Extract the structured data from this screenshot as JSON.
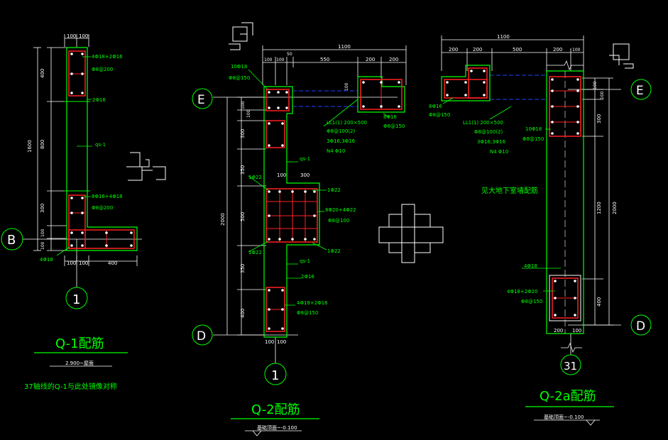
{
  "q1": {
    "dims_top": [
      "100",
      "100"
    ],
    "dims_left": [
      "400",
      "800",
      "300",
      "100",
      "100"
    ],
    "dim_total": "1600",
    "top_rebar": "4Φ18+2Φ16",
    "top_stirrup": "Φ8@200",
    "side_bar": "2Φ16",
    "wall_tag": "qs-1",
    "lower_rebar": "8Φ16+4Φ18",
    "lower_stirrup": "Φ8@200",
    "bottom_bar": "4Φ18",
    "dims_bottom": [
      "100",
      "100",
      "400"
    ],
    "axis_b": "B",
    "axis_1": "1",
    "title": "Q-1配筋",
    "elevation": "2.900~屋面",
    "note": "37轴线的Q-1与此处镜像对称"
  },
  "q2": {
    "dims_top": [
      "100",
      "100",
      "50",
      "550",
      "200",
      "200"
    ],
    "dim_total": "1100",
    "left_stirrup": "10Φ18",
    "left_stirrup2": "Φ8@150",
    "dims_left": [
      "100",
      "100",
      "300",
      "350",
      "500",
      "350",
      "400"
    ],
    "dim_total_left": "2000",
    "beam_label": "LL1(1) 200×500",
    "beam_stirrup": "Φ8@100(2)",
    "beam_bars": "3Φ16;3Φ16",
    "beam_n": "N4 Φ10",
    "right_bar": "8Φ16",
    "right_stirrup": "Φ8@150",
    "wall_tag": "qs-1",
    "dim_100": "100",
    "dim_300": "300",
    "top_bar": "1Φ22",
    "mid_rebar": "8Φ20+4Φ22",
    "mid_stirrup": "Φ8@100",
    "bot_bar": "1Φ22",
    "left_bar": "1Φ22",
    "left_bar2": "1Φ22",
    "wall_tag2": "qs-1",
    "side_bar": "2Φ16",
    "low_rebar": "4Φ18+2Φ16",
    "low_stirrup": "Φ8@150",
    "dims_bottom": [
      "100",
      "100"
    ],
    "axis_e": "E",
    "axis_d": "D",
    "axis_1": "1",
    "title": "Q-2配筋",
    "elevation": "基础顶面~-0.100"
  },
  "q2a": {
    "dim_total": "1100",
    "dims_top": [
      "200",
      "200",
      "500",
      "200",
      "100"
    ],
    "left_bar": "8Φ16",
    "left_stirrup": "Φ8@150",
    "beam_label": "LL1(1) 200×500",
    "beam_stirrup": "Φ8@100(2)",
    "beam_bars": "3Φ16;3Φ16",
    "beam_n": "N4 Φ10",
    "right_bar": "10Φ18",
    "right_stirrup": "Φ8@150",
    "dims_right": [
      "100",
      "100",
      "300",
      "1200",
      "400"
    ],
    "dim_total_right": "2000",
    "note": "见大地下室墙配筋",
    "bot_bar": "4Φ18",
    "bot_rebar": "4Φ18+2Φ20",
    "bot_stirrup": "Φ8@150",
    "dims_bottom": [
      "200",
      "100"
    ],
    "axis_e": "E",
    "axis_d": "D",
    "axis_31": "31",
    "title": "Q-2a配筋",
    "elevation": "基础顶面~-0.100"
  },
  "colors": {
    "background": "#000000",
    "green": "#00ff00",
    "white": "#ffffff",
    "red": "#ff2020",
    "blue": "#2040ff"
  }
}
